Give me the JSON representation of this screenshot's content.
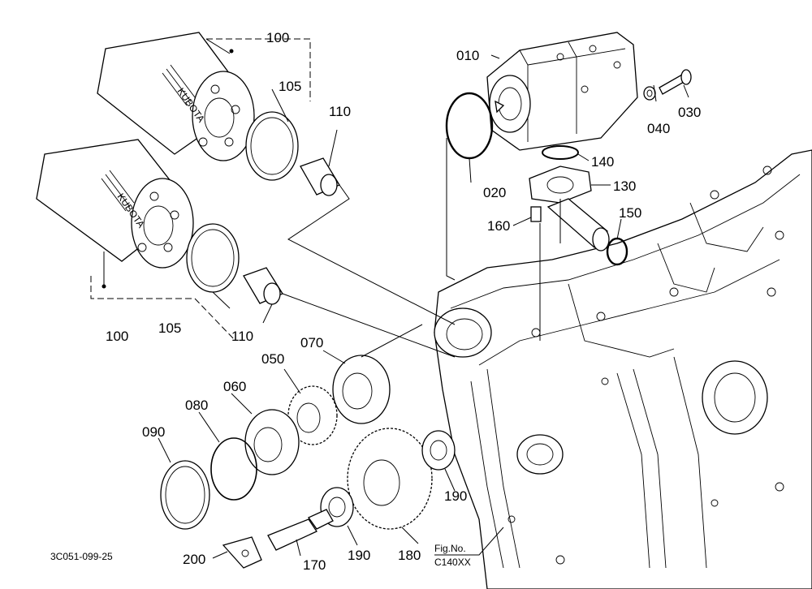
{
  "callouts": {
    "p100_top": "100",
    "p105_top": "105",
    "p110_top": "110",
    "p100_bottom": "100",
    "p105_bottom": "105",
    "p110_bottom": "110",
    "p010": "010",
    "p020": "020",
    "p030": "030",
    "p040": "040",
    "p050": "050",
    "p060": "060",
    "p070": "070",
    "p080": "080",
    "p090": "090",
    "p130": "130",
    "p140": "140",
    "p150": "150",
    "p160": "160",
    "p170": "170",
    "p180": "180",
    "p190_right": "190",
    "p190_lower": "190",
    "p200": "200"
  },
  "footer": {
    "drawing_code": "3C051-099-25",
    "fig_label": "Fig.No.",
    "fig_number": "C140XX"
  },
  "filter_brand_text": "KUBOTA"
}
